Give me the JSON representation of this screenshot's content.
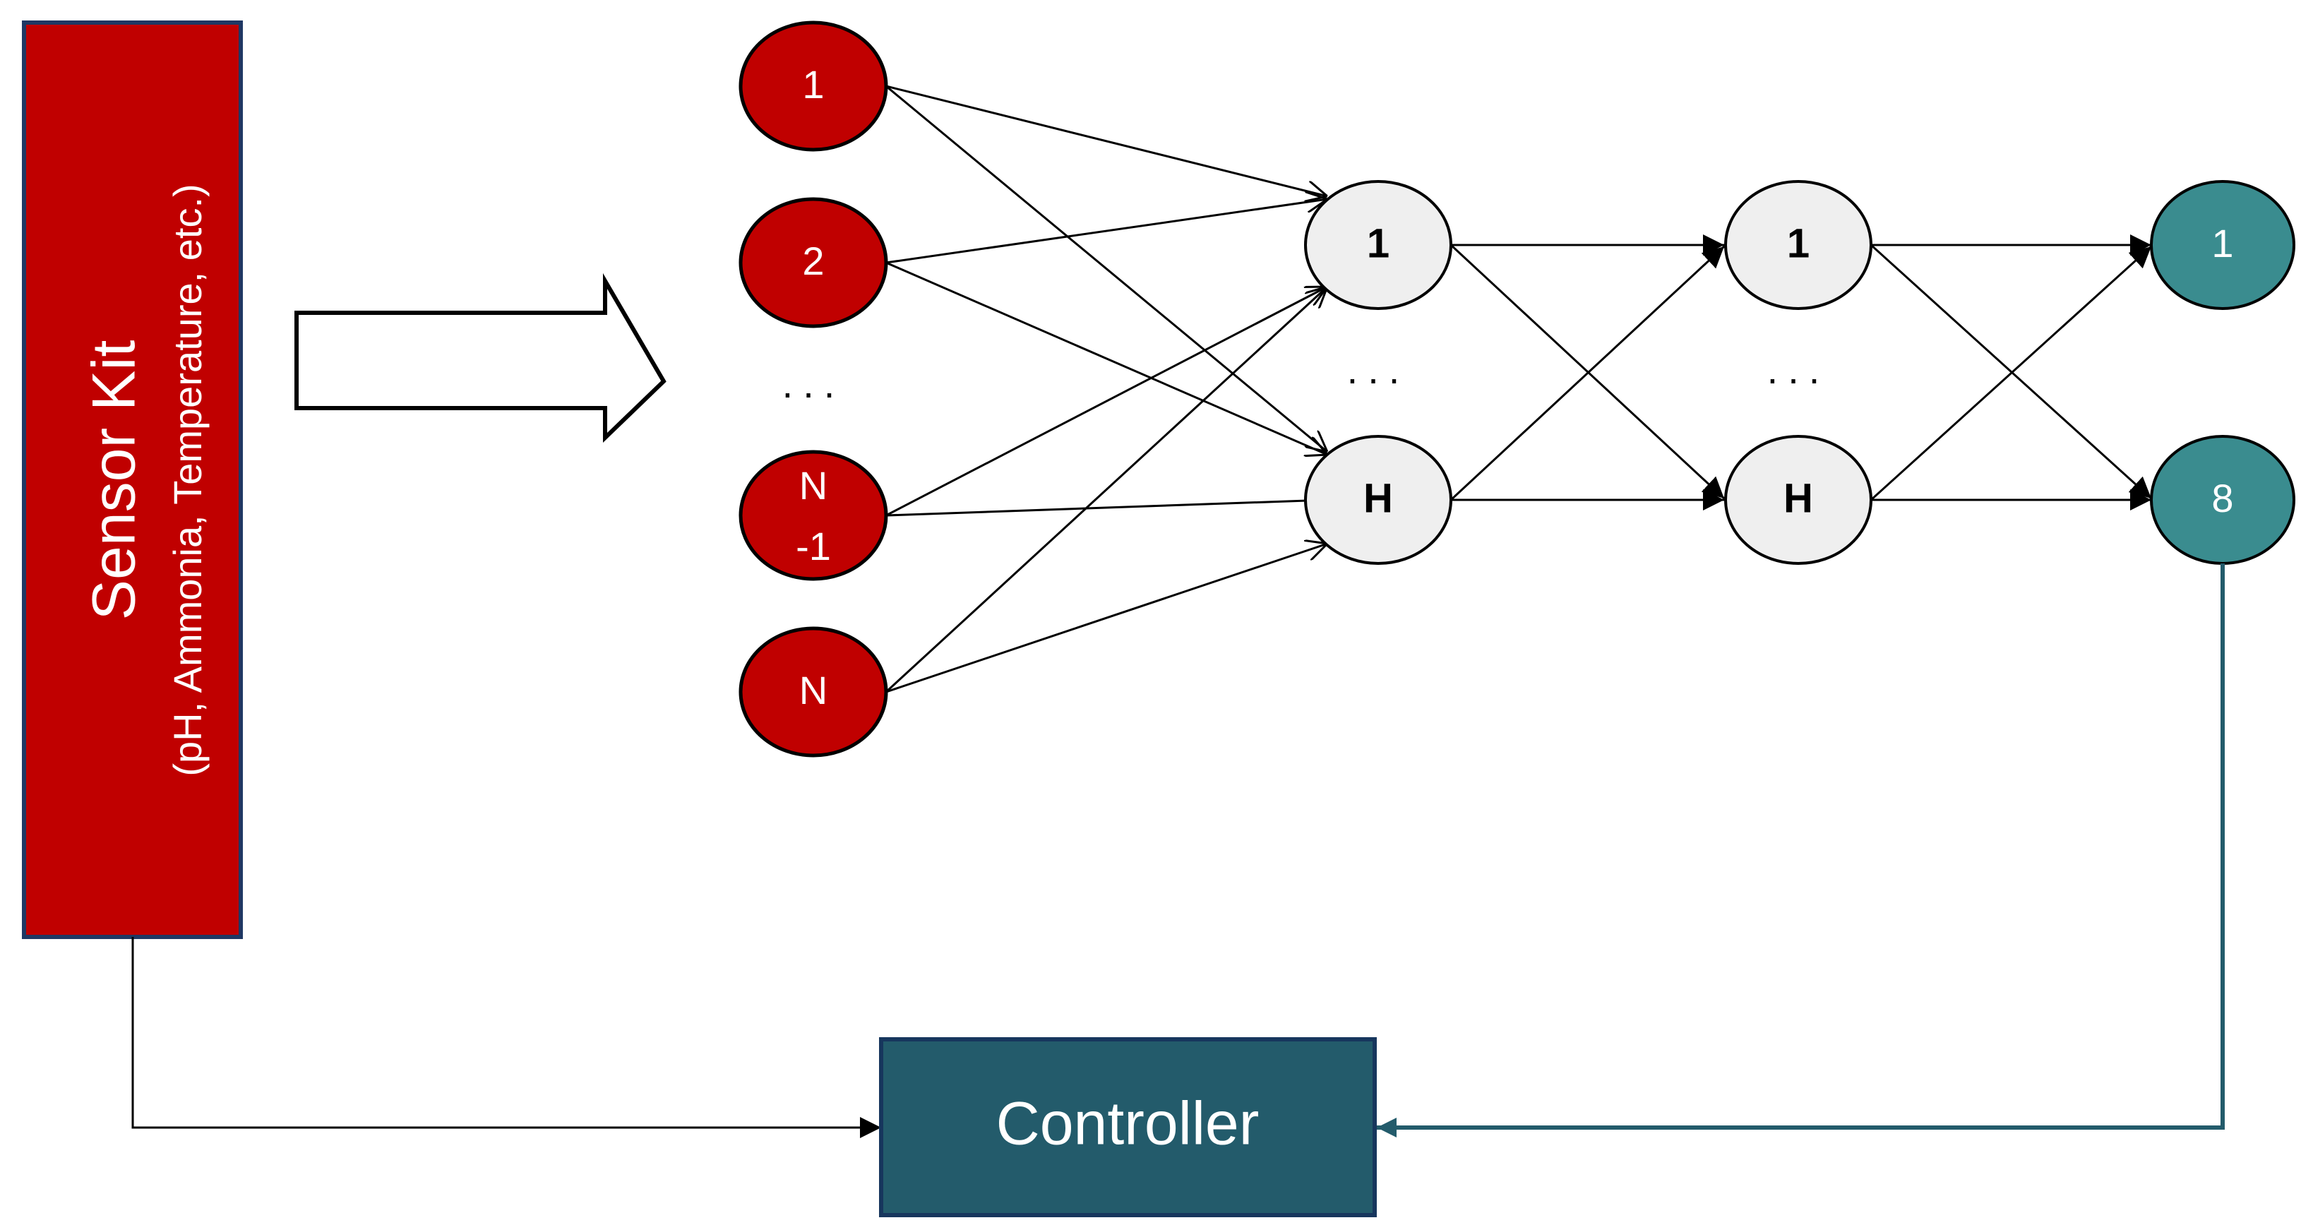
{
  "sensor_kit": {
    "title": "Sensor Kit",
    "subtitle": "(pH, Ammonia, Temperature, etc.)"
  },
  "input_layer": {
    "nodes": [
      {
        "line1": "1",
        "line2": ""
      },
      {
        "line1": "2",
        "line2": ""
      },
      {
        "line1": "N",
        "line2": "-1"
      },
      {
        "line1": "N",
        "line2": ""
      }
    ],
    "ellipsis": "..."
  },
  "hidden_layer_1": {
    "nodes": [
      "1",
      "H"
    ],
    "ellipsis": "..."
  },
  "hidden_layer_2": {
    "nodes": [
      "1",
      "H"
    ],
    "ellipsis": "..."
  },
  "output_layer": {
    "nodes": [
      "1",
      "8"
    ]
  },
  "controller": {
    "label": "Controller"
  },
  "colors": {
    "input_fill": "#c00000",
    "sensor_fill": "#c00000",
    "sensor_border": "#1f3864",
    "hidden_fill": "#efefef",
    "output_fill": "#3a8c8f",
    "controller_fill": "#235b6b",
    "controller_border": "#17365d",
    "feedback_line": "#235b6b"
  }
}
